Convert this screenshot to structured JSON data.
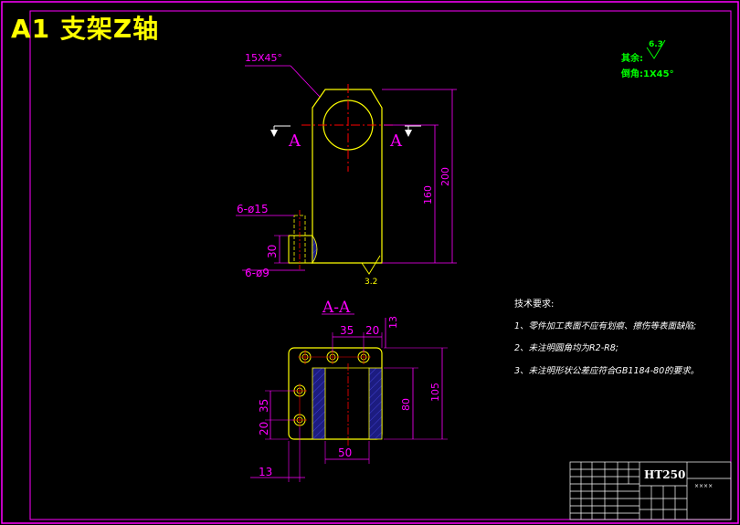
{
  "watermark": "A1 支架Z轴",
  "roughness_note": {
    "prefix": "其余:",
    "value": "6.3",
    "chamfer": "倒角:1X45°"
  },
  "top_view": {
    "chamfer_label": "15X45°",
    "section_mark": "A",
    "dim_160": "160",
    "dim_200": "200",
    "hole_label": "6-ø15",
    "bottom_hole_label": "6-ø9",
    "dim_30": "30",
    "roughness_bottom": "3.2"
  },
  "section": {
    "title": "A-A",
    "dim_35": "35",
    "dim_20_top": "20",
    "dim_13_top": "13",
    "dim_35_left": "35",
    "dim_20_left": "20",
    "dim_80": "80",
    "dim_105": "105",
    "dim_50": "50",
    "dim_13_bottom": "13"
  },
  "tech_req": {
    "heading": "技术要求:",
    "items": [
      "1、零件加工表面不应有划痕、擦伤等表面缺陷;",
      "2、未注明圆角均为R2-R8;",
      "3、未注明形状公差应符合GB1184-80的要求。"
    ]
  },
  "title_block": {
    "material": "HT250",
    "company": "××××"
  },
  "colors": {
    "border": "#ff00ff",
    "part": "#ffff00",
    "dimension": "#ff00ff",
    "center": "#ff0000",
    "hatch": "#2020a0",
    "note_green": "#00ff00"
  }
}
